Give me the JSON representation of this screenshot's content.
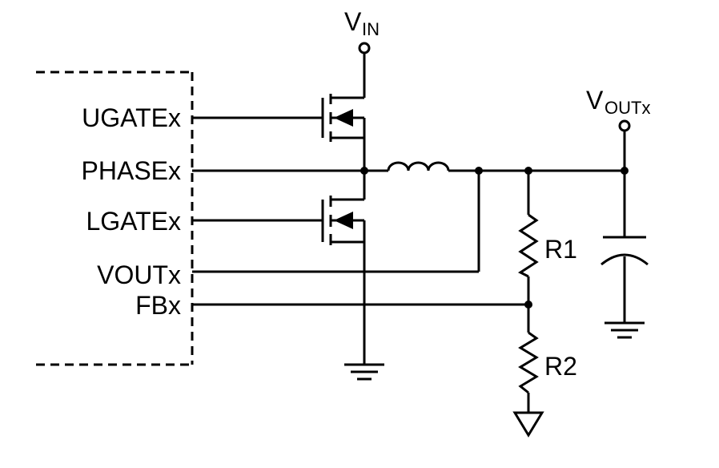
{
  "pins": {
    "ugate": "UGATEx",
    "phase": "PHASEx",
    "lgate": "LGATEx",
    "vout": "VOUTx",
    "fb": "FBx"
  },
  "supply": {
    "vin_main": "V",
    "vin_sub": "IN"
  },
  "output": {
    "vout_main": "V",
    "vout_sub": "OUTx"
  },
  "resistors": {
    "r1": "R1",
    "r2": "R2"
  }
}
